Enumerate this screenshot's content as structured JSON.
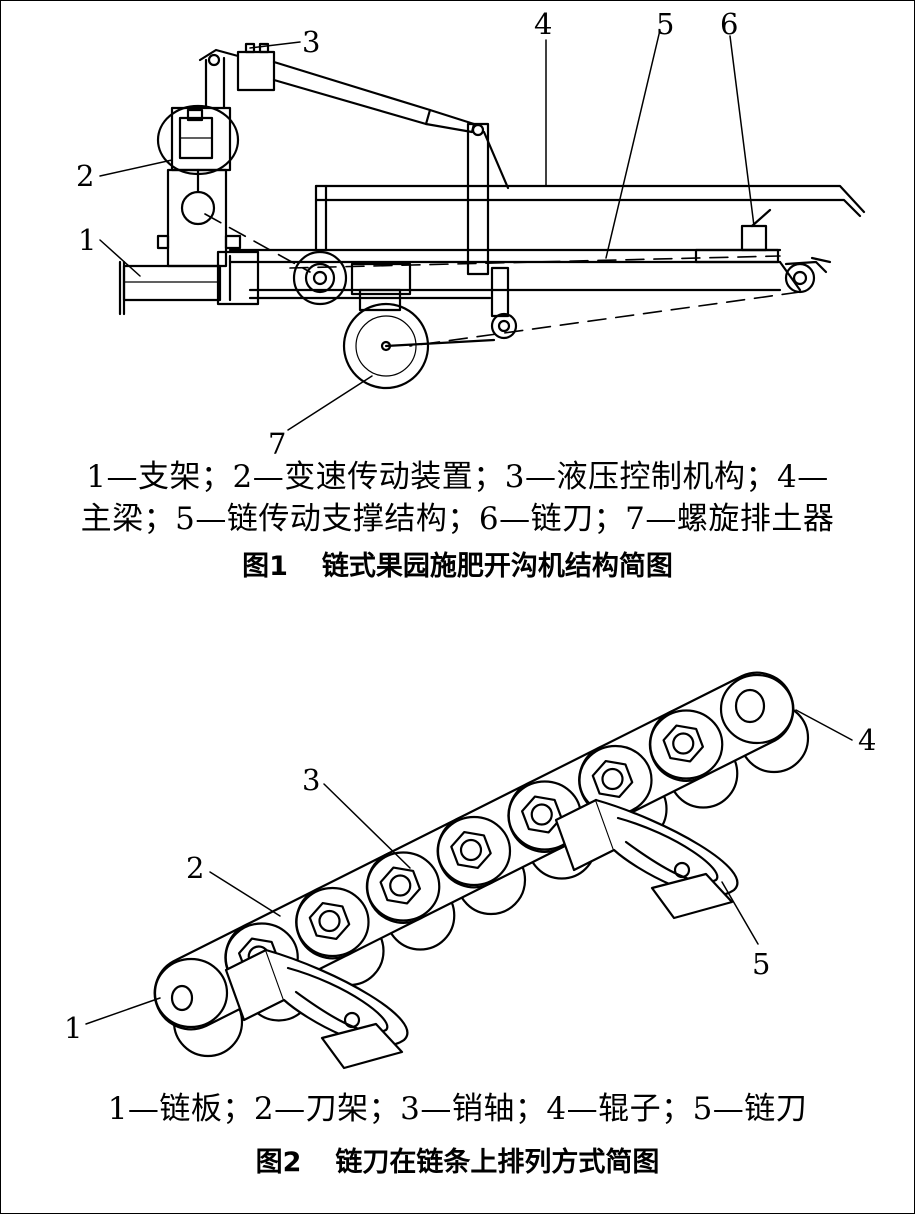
{
  "figure1": {
    "labels": [
      "1",
      "2",
      "3",
      "4",
      "5",
      "6",
      "7"
    ],
    "legend_line1": "1—支架；2—变速传动装置；3—液压控制机构；4—",
    "legend_line2": "主梁；5—链传动支撑结构；6—链刀；7—螺旋排土器",
    "caption_number": "图1",
    "caption_title": "链式果园施肥开沟机结构简图"
  },
  "figure2": {
    "labels": [
      "1",
      "2",
      "3",
      "4",
      "5"
    ],
    "legend": "1—链板；2—刀架；3—销轴；4—辊子；5—链刀",
    "caption_number": "图2",
    "caption_title": "链刀在链条上排列方式简图"
  }
}
